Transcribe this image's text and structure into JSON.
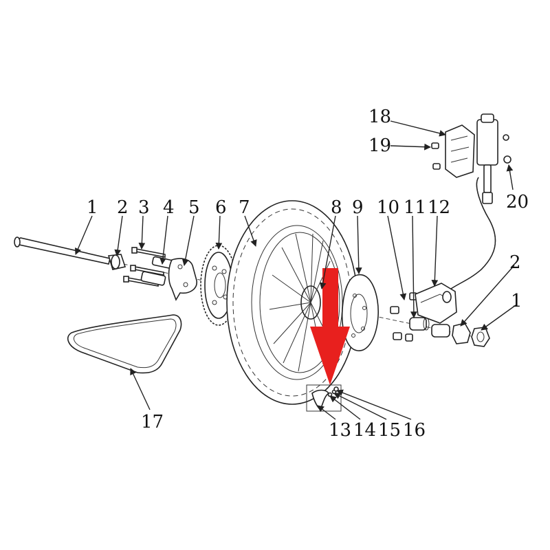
{
  "labels": {
    "p1_left": "1",
    "p2_left": "2",
    "p3": "3",
    "p4": "4",
    "p5": "5",
    "p6": "6",
    "p7": "7",
    "p8": "8",
    "p9": "9",
    "p10": "10",
    "p11": "11",
    "p12": "12",
    "p13": "13",
    "p14": "14",
    "p15": "15",
    "p16": "16",
    "p17": "17",
    "p18": "18",
    "p19": "19",
    "p20": "20",
    "p2_right": "2",
    "p1_right": "1"
  },
  "colors": {
    "arrow": "#e8201e",
    "line": "#222222",
    "background": "#ffffff"
  }
}
